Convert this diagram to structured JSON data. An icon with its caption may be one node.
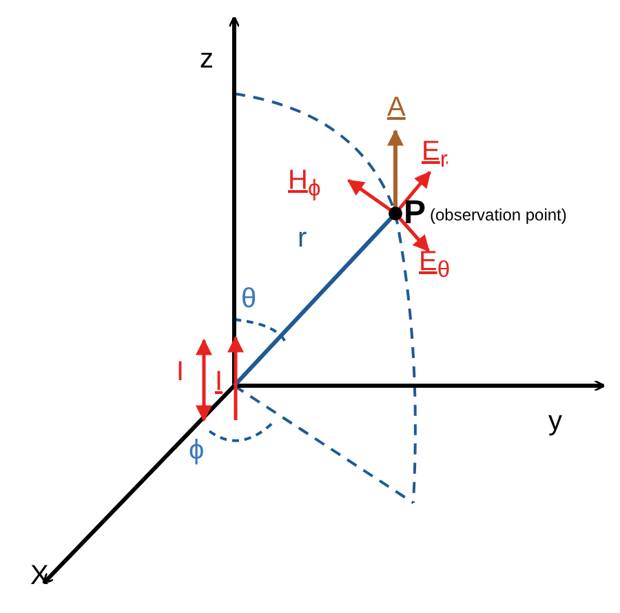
{
  "diagram": {
    "labels": [
      "z",
      "A",
      "E$_{r}$",
      "H$_{ϕ}$",
      "P",
      "(observation point)",
      "E$_{θ}$",
      "r",
      "θ",
      "I",
      "I",
      "y",
      "ϕ",
      "X"
    ]
  }
}
